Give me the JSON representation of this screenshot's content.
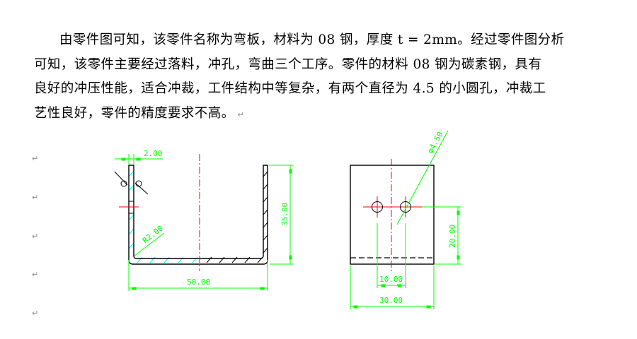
{
  "document": {
    "paragraph_lines": [
      "由零件图可知，该零件名称为弯板，材料为 08 钢，厚度 t = 2mm。经过零件图分析",
      "可知，该零件主要经过落料，冲孔，弯曲三个工序。零件的材料 08 钢为碳素钢，具有",
      "良好的冲压性能，适合冲裁，工件结构中等复杂，有两个直径为 4.5 的小圆孔，冲裁工",
      "艺性良好，零件的精度要求不高。"
    ],
    "paragraph_mark": "↵",
    "empty_paragraph_marks": [
      "↵",
      "↵",
      "↵",
      "↵",
      "↵"
    ]
  },
  "drawing": {
    "front_view": {
      "dim_thickness": "2.00",
      "dim_radius": "R2.00",
      "dim_width": "50.00",
      "dim_height": "35.00"
    },
    "side_view": {
      "dim_hole_diameter": "φ4.50",
      "dim_hole_spacing": "10.00",
      "dim_width": "30.00",
      "dim_hole_height": "20.00"
    },
    "colors": {
      "outline": "#000000",
      "dimension": "#00ff00",
      "centerline": "#ff0000",
      "hatch_cyan": "#00ffff"
    }
  }
}
